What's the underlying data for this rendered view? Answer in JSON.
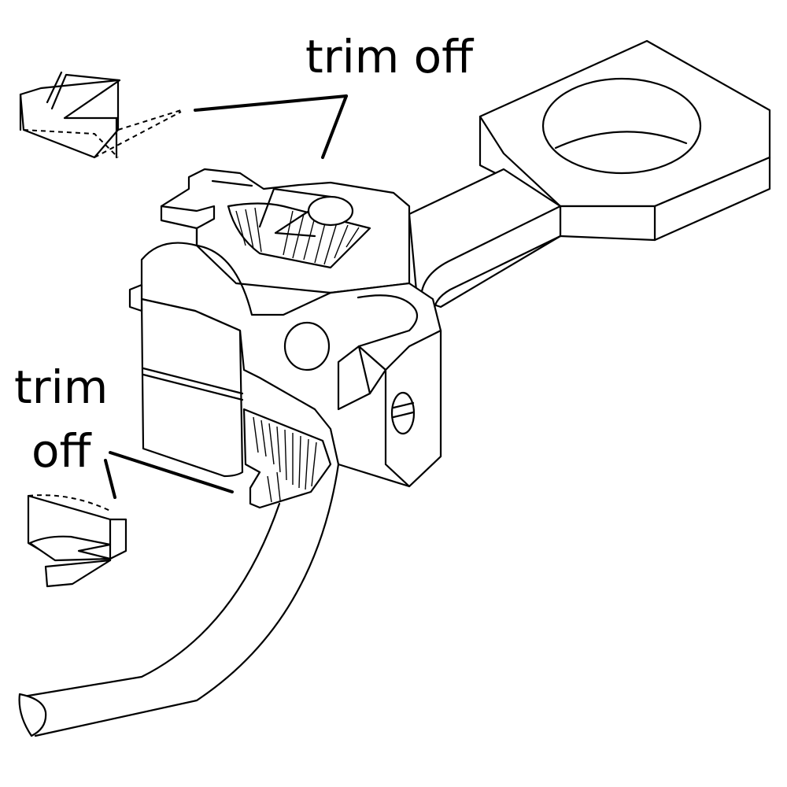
{
  "labels": {
    "top": "trim off",
    "left_line1": "trim",
    "left_line2": "off"
  },
  "colors": {
    "ink": "#000000",
    "paper": "#ffffff"
  }
}
